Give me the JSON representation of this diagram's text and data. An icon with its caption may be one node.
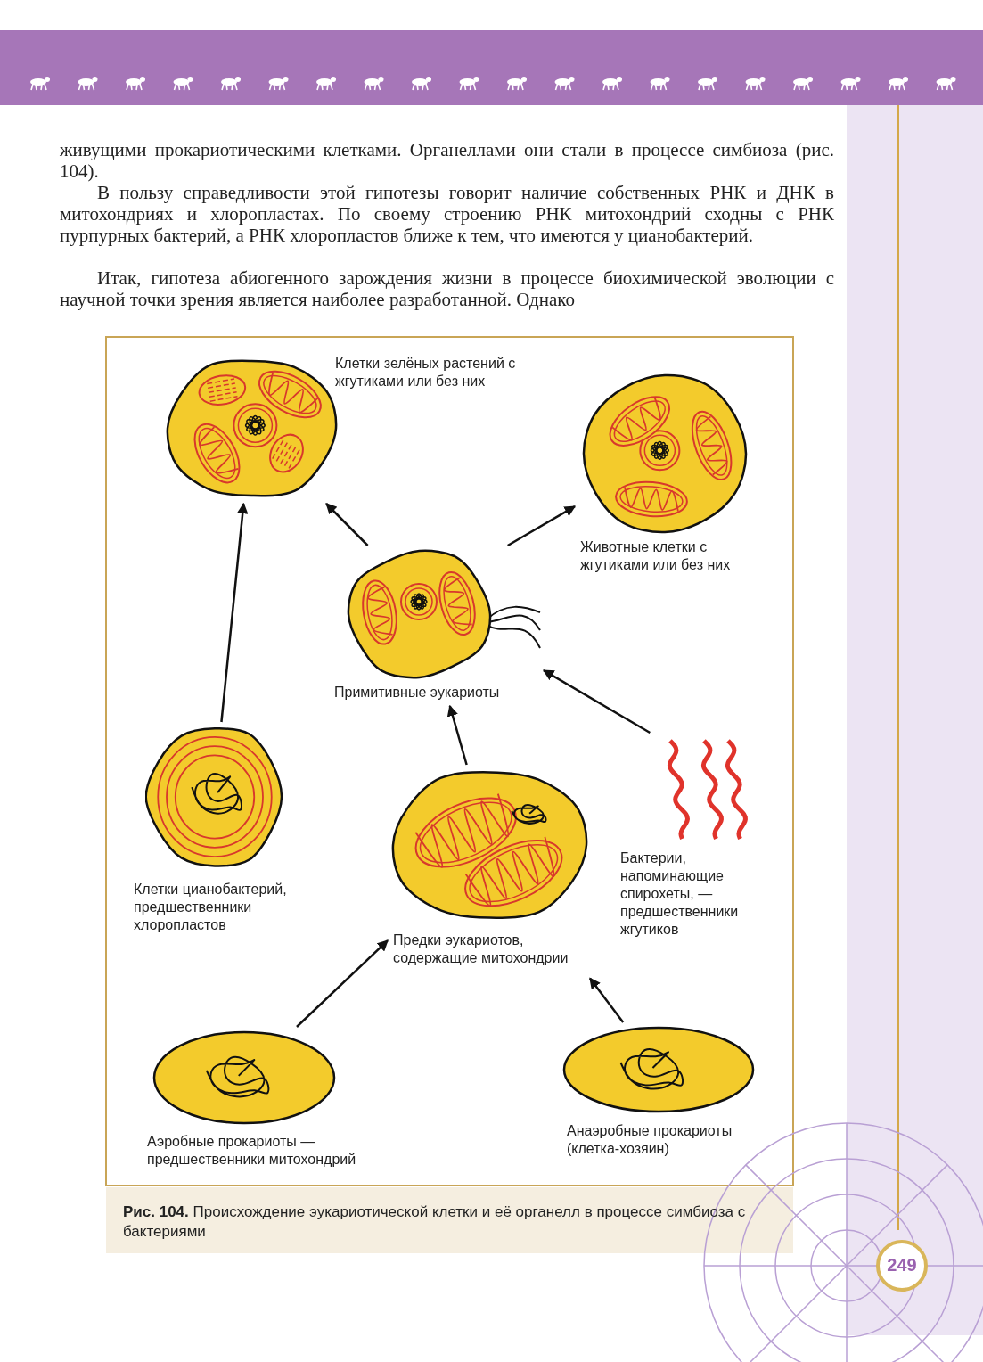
{
  "diagram": {
    "caption": "**Рис. 104.** Происхождение эукариотической клетки и её органелл в процессе симбиоза с бактериями",
    "nodes": [
      {
        "text": [
          "Клетки зелёных растений с жгутиками или без них"
        ]
      },
      {
        "text": [
          "Животные клетки с жгутиками или без них"
        ]
      },
      {
        "text": [
          "Примитивные эукариоты"
        ]
      },
      {
        "text": [
          "Клетки цианобактерий, предшественники хлоропластов"
        ]
      },
      {
        "text": [
          "Предки эукариотов, содержащие митохондрии"
        ]
      },
      {
        "text": [
          "Бактерии, напоминающие спирохеты, — предшественники жгутиков"
        ]
      },
      {
        "text": [
          "Аэробные прокариоты — предшественники митохондрий"
        ]
      },
      {
        "text": [
          "Анаэробные прокариоты (клетка-хозяин)"
        ]
      }
    ],
    "edges": [
      {
        "from": 2,
        "to": 0,
        "arrow": "to"
      },
      {
        "from": 2,
        "to": 1,
        "arrow": "to"
      },
      {
        "from": 3,
        "to": 0,
        "arrow": "to"
      },
      {
        "from": 4,
        "to": 2,
        "arrow": "to"
      },
      {
        "from": 5,
        "to": 2,
        "arrow": "to"
      },
      {
        "from": 6,
        "to": 4,
        "arrow": "to"
      },
      {
        "from": 7,
        "to": 4,
        "arrow": "to"
      }
    ],
    "labels": [
      "живущими прокариотическими клетками. Органеллами они стали в процессе симбиоза (рис. 104).",
      "В пользу справедливости этой гипотезы говорит наличие собственных РНК и ДНК в митохондриях и хлоропластах. По своему строению РНК митохондрий сходны с РНК пурпурных бактерий, а РНК хлоропластов ближе к тем, что имеются у цианобактерий.",
      "Итак, гипотеза абиогенного зарождения жизни в процессе биохимической эволюции с научной точки зрения является наиболее разработанной. Однако",
      "249"
    ]
  }
}
